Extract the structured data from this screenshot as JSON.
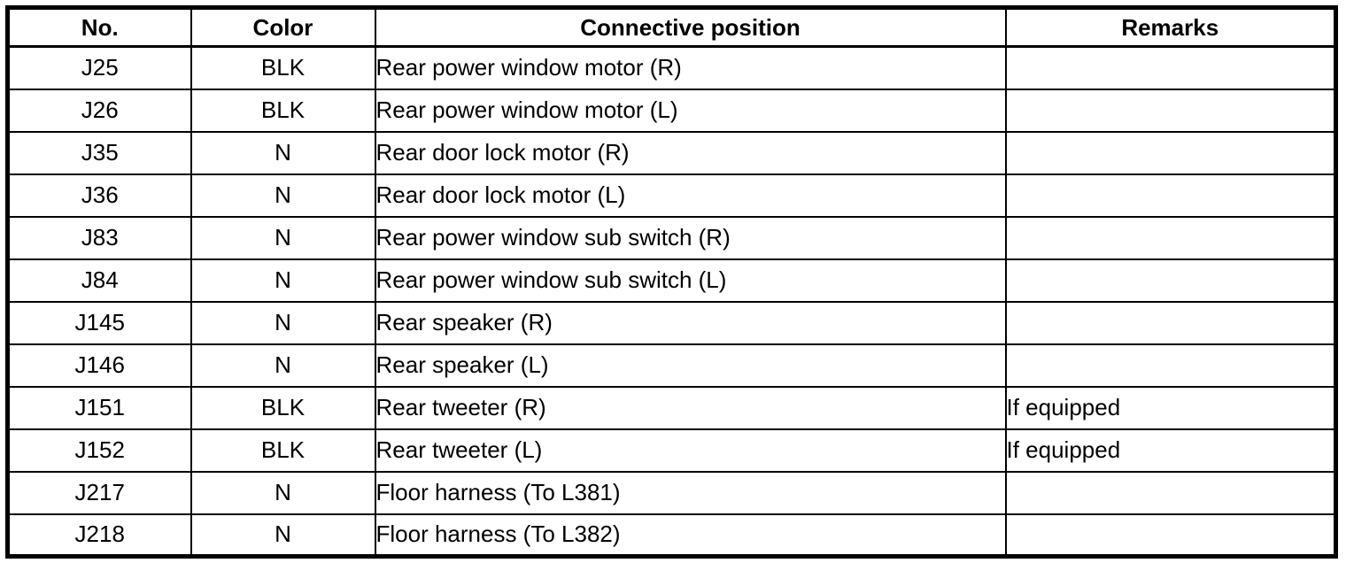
{
  "colors": {
    "border": "#000000",
    "text": "#000000",
    "background": "#ffffff"
  },
  "table": {
    "headers": [
      "No.",
      "Color",
      "Connective position",
      "Remarks"
    ],
    "rows": [
      {
        "no": "J25",
        "color": "BLK",
        "position": "Rear power window motor (R)",
        "remarks": ""
      },
      {
        "no": "J26",
        "color": "BLK",
        "position": "Rear power window motor (L)",
        "remarks": ""
      },
      {
        "no": "J35",
        "color": "N",
        "position": "Rear door lock motor (R)",
        "remarks": ""
      },
      {
        "no": "J36",
        "color": "N",
        "position": "Rear door lock motor (L)",
        "remarks": ""
      },
      {
        "no": "J83",
        "color": "N",
        "position": "Rear power window sub switch (R)",
        "remarks": ""
      },
      {
        "no": "J84",
        "color": "N",
        "position": "Rear power window sub switch (L)",
        "remarks": ""
      },
      {
        "no": "J145",
        "color": "N",
        "position": "Rear speaker (R)",
        "remarks": ""
      },
      {
        "no": "J146",
        "color": "N",
        "position": "Rear speaker (L)",
        "remarks": ""
      },
      {
        "no": "J151",
        "color": "BLK",
        "position": "Rear tweeter (R)",
        "remarks": "If equipped"
      },
      {
        "no": "J152",
        "color": "BLK",
        "position": "Rear tweeter (L)",
        "remarks": "If equipped"
      },
      {
        "no": "J217",
        "color": "N",
        "position": "Floor harness (To L381)",
        "remarks": ""
      },
      {
        "no": "J218",
        "color": "N",
        "position": "Floor harness (To L382)",
        "remarks": ""
      }
    ]
  }
}
